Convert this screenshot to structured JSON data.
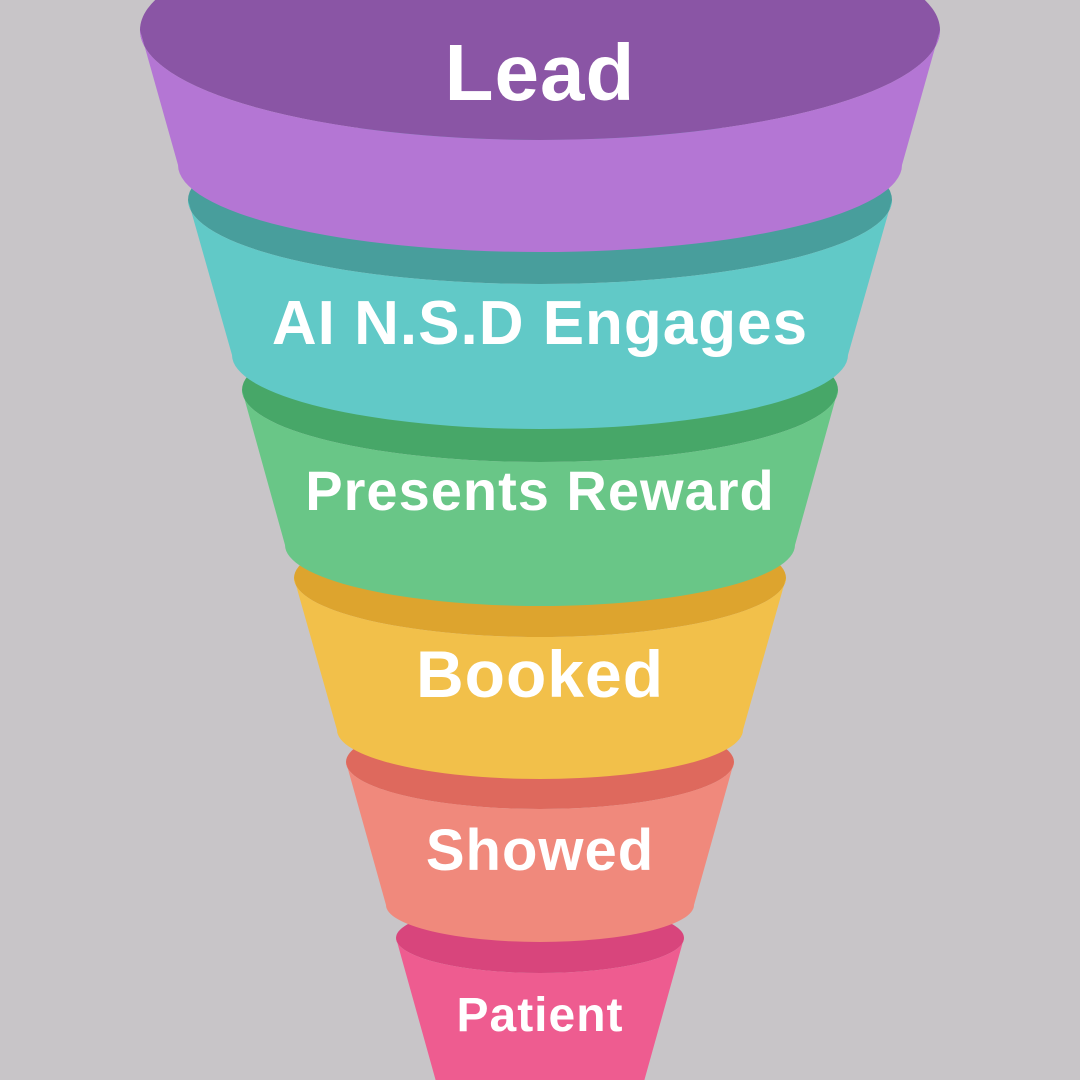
{
  "background_color": "#c8c5c8",
  "text_color": "#ffffff",
  "funnel": {
    "type": "funnel",
    "description": "Six-stage 3D marketing funnel, widest at top narrowing to bottom",
    "stages": [
      {
        "label": "Lead",
        "top_color": "#8a55a5",
        "face_color": "#b476d4"
      },
      {
        "label": "AI N.S.D Engages",
        "top_color": "#489e9c",
        "face_color": "#61c9c7"
      },
      {
        "label": "Presents Reward",
        "top_color": "#47a768",
        "face_color": "#69c687"
      },
      {
        "label": "Booked",
        "top_color": "#dda42e",
        "face_color": "#f2c04a"
      },
      {
        "label": "Showed",
        "top_color": "#de695d",
        "face_color": "#f0897c"
      },
      {
        "label": "Patient",
        "top_color": "#d8457c",
        "face_color": "#ee5c90"
      }
    ]
  }
}
